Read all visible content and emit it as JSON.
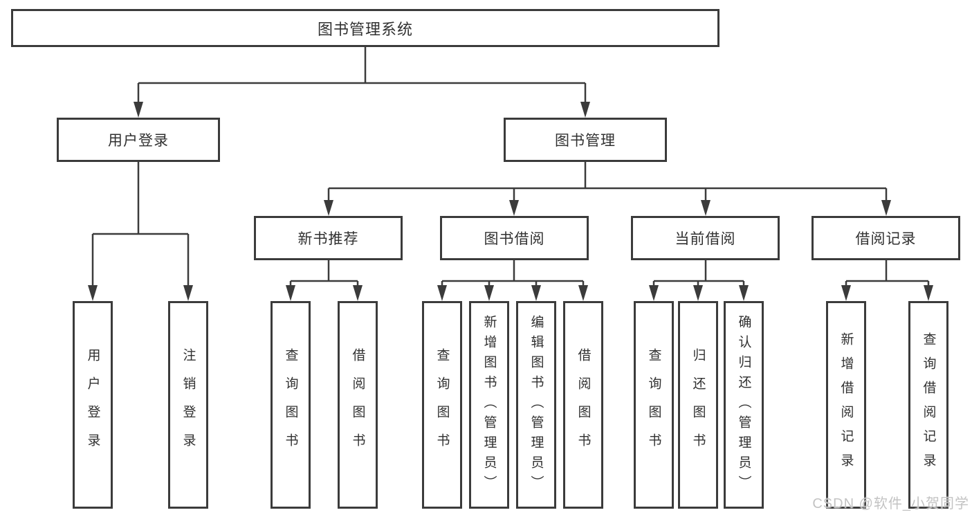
{
  "colors": {
    "line": "#3b3b3b",
    "text": "#303030",
    "background": "#ffffff",
    "watermark_color": "#c3c3c3"
  },
  "watermark": {
    "text": "CSDN @软件_小贺同学"
  },
  "tree": {
    "label": "图书管理系统",
    "children": [
      {
        "label": "用户登录",
        "children": [
          {
            "label": "用户登录"
          },
          {
            "label": "注销登录"
          }
        ]
      },
      {
        "label": "图书管理",
        "children": [
          {
            "label": "新书推荐",
            "children": [
              {
                "label": "查询图书"
              },
              {
                "label": "借阅图书"
              }
            ]
          },
          {
            "label": "图书借阅",
            "children": [
              {
                "label": "查询图书"
              },
              {
                "label": "新增图书（管理员）"
              },
              {
                "label": "编辑图书（管理员）"
              },
              {
                "label": "借阅图书"
              }
            ]
          },
          {
            "label": "当前借阅",
            "children": [
              {
                "label": "查询图书"
              },
              {
                "label": "归还图书"
              },
              {
                "label": "确认归还（管理员）"
              }
            ]
          },
          {
            "label": "借阅记录",
            "children": [
              {
                "label": "新增借阅记录"
              },
              {
                "label": "查询借阅记录"
              }
            ]
          }
        ]
      }
    ]
  }
}
